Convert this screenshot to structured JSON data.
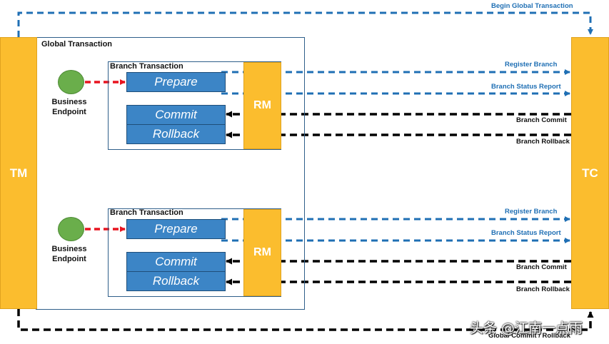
{
  "tm_label": "TM",
  "tc_label": "TC",
  "global_transaction_label": "Global Transaction",
  "begin_label": "Begin Global Transaction",
  "global_commit_label": "Global Commit / Rollback",
  "branches": [
    {
      "title": "Branch Transaction",
      "endpoint_line1": "Business",
      "endpoint_line2": "Endpoint",
      "prepare": "Prepare",
      "commit": "Commit",
      "rollback": "Rollback",
      "rm": "RM",
      "register": "Register Branch",
      "status": "Branch Status Report",
      "commit_msg": "Branch Commit",
      "rollback_msg": "Branch Rollback"
    },
    {
      "title": "Branch Transaction",
      "endpoint_line1": "Business",
      "endpoint_line2": "Endpoint",
      "prepare": "Prepare",
      "commit": "Commit",
      "rollback": "Rollback",
      "rm": "RM",
      "register": "Register Branch",
      "status": "Branch Status Report",
      "commit_msg": "Branch Commit",
      "rollback_msg": "Branch Rollback"
    }
  ],
  "watermark": "头条 @江南一点雨",
  "colors": {
    "yellow": "#FBBD2E",
    "blue_box": "#3C85C6",
    "blue_arrow": "#1F6FB4",
    "black_arrow": "#000000",
    "red_arrow": "#E8141F",
    "green": "#6AAE4B"
  }
}
